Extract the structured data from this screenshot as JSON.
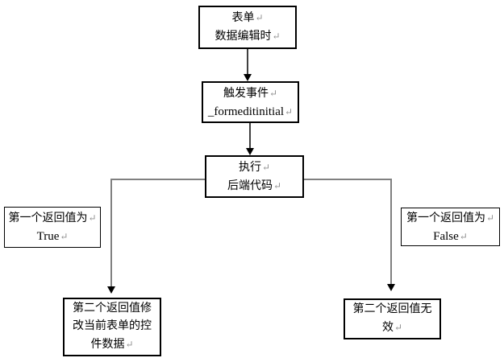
{
  "diagram": {
    "title": "form-edit-event-flowchart",
    "background_color": "#ffffff",
    "box_border_color": "#000000",
    "connector_color": "#808080",
    "stem_color": "#404040",
    "arrowhead_color": "#000000",
    "return_mark": "↵",
    "nodes": {
      "form": {
        "lines": [
          "表单",
          "数据编辑时"
        ]
      },
      "trigger": {
        "lines": [
          "触发事件",
          "_formeditinitial"
        ]
      },
      "execute": {
        "lines": [
          "执行",
          "后端代码"
        ]
      },
      "true_branch": {
        "lines": [
          "第一个返回值为",
          "True"
        ]
      },
      "false_branch": {
        "lines": [
          "第一个返回值为",
          "False"
        ]
      },
      "modify": {
        "lines": [
          "第二个返回值修",
          "改当前表单的控",
          "件数据"
        ]
      },
      "invalid": {
        "lines": [
          "第二个返回值无",
          "效"
        ]
      }
    }
  }
}
